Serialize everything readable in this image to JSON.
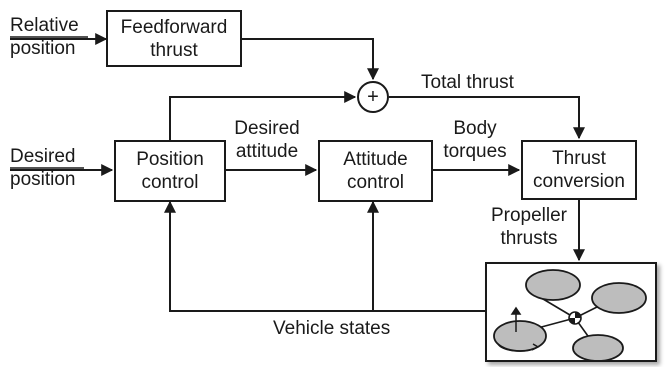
{
  "blocks": {
    "feedforward": [
      "Feedforward",
      "thrust"
    ],
    "position_control": [
      "Position",
      "control"
    ],
    "attitude_control": [
      "Attitude",
      "control"
    ],
    "thrust_conversion": [
      "Thrust",
      "conversion"
    ]
  },
  "signals": {
    "relative_position": [
      "Relative",
      "position"
    ],
    "desired_position": [
      "Desired",
      "position"
    ],
    "desired_attitude": [
      "Desired",
      "attitude"
    ],
    "body_torques": [
      "Body",
      "torques"
    ],
    "total_thrust": "Total thrust",
    "propeller_thrusts": [
      "Propeller",
      "thrusts"
    ],
    "vehicle_states": "Vehicle states"
  },
  "summing_junction": "+",
  "colors": {
    "stroke": "#1a1a1a",
    "rotor_fill": "#bdbdbd",
    "background": "#ffffff"
  }
}
